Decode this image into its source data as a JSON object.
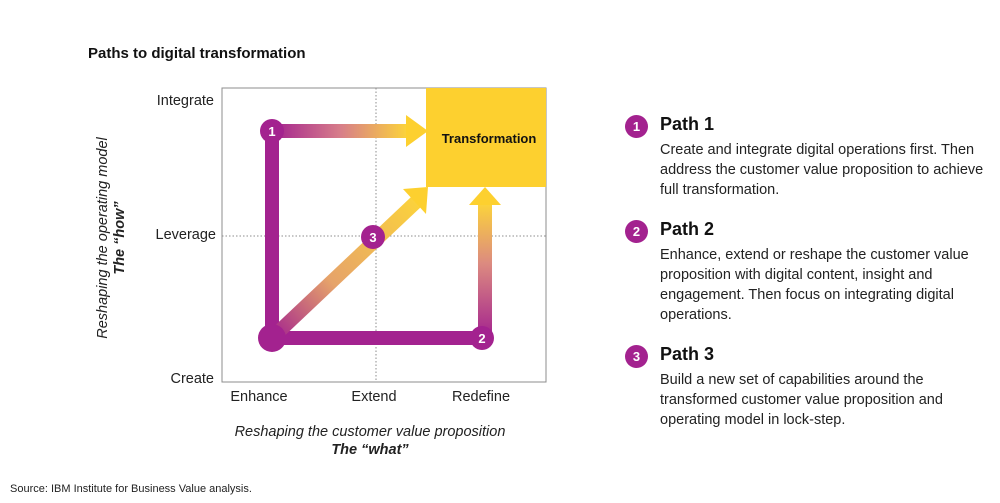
{
  "title": "Paths to digital transformation",
  "y_axis": {
    "ticks": [
      "Integrate",
      "Leverage",
      "Create"
    ],
    "label_line1": "Reshaping the operating model",
    "label_line2": "The “how”"
  },
  "x_axis": {
    "ticks": [
      "Enhance",
      "Extend",
      "Redefine"
    ],
    "label_line1": "Reshaping the customer value proposition",
    "label_line2": "The “what”"
  },
  "transformation_label": "Transformation",
  "markers": [
    "1",
    "3",
    "2"
  ],
  "paths": [
    {
      "number": "1",
      "title": "Path 1",
      "description": "Create and integrate digital operations first. Then address the customer value proposition to achieve full transformation."
    },
    {
      "number": "2",
      "title": "Path 2",
      "description": "Enhance, extend or reshape the customer value proposition with digital content, insight and engagement. Then focus on integrating digital operations."
    },
    {
      "number": "3",
      "title": "Path 3",
      "description": "Build a new set of capabilities around the transformed customer value proposition and operating model in lock-step."
    }
  ],
  "source": "Source: IBM Institute for Business Value analysis.",
  "colors": {
    "magenta": "#a3228f",
    "yellow": "#fdd02f",
    "axis_gray": "#8c8c8c"
  }
}
